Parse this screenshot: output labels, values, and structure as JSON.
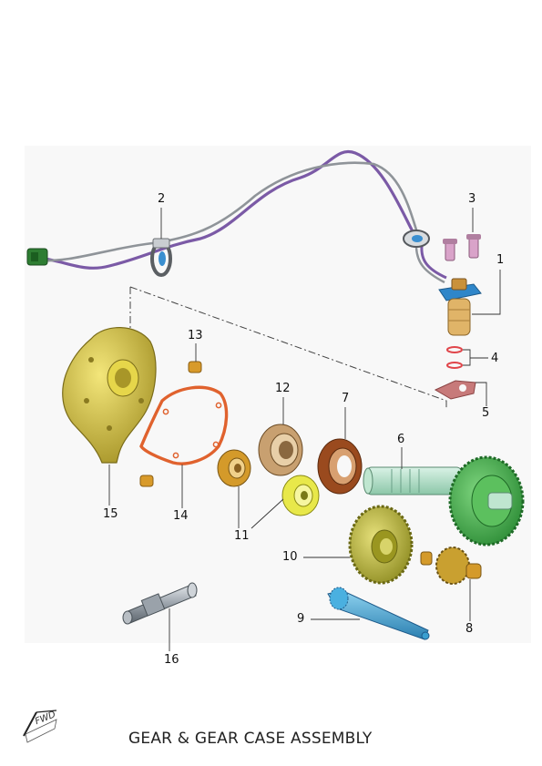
{
  "diagram": {
    "title": "GEAR & GEAR CASE  ASSEMBLY",
    "orientation_badge": "FWD",
    "colors": {
      "harness_purple": "#7b5aa6",
      "harness_grey": "#8f9499",
      "case_yellow": "#d4c23a",
      "gasket_orange": "#e0622e",
      "bearing_amber": "#d49a2a",
      "gear_green": "#3fae4a",
      "gear_olive": "#b8b52e",
      "shaft_blue": "#3a9fd0",
      "seal_brown": "#9a4a1e"
    },
    "callouts": [
      {
        "label": "1",
        "part": "speed-sensor"
      },
      {
        "label": "2",
        "part": "harness-clamp"
      },
      {
        "label": "3",
        "part": "bolts"
      },
      {
        "label": "4",
        "part": "o-rings"
      },
      {
        "label": "5",
        "part": "sensor-gasket"
      },
      {
        "label": "6",
        "part": "final-drive-shaft-gear"
      },
      {
        "label": "7",
        "part": "oil-seal"
      },
      {
        "label": "8",
        "part": "countershaft-gear"
      },
      {
        "label": "9",
        "part": "drive-shaft"
      },
      {
        "label": "10",
        "part": "driven-gear"
      },
      {
        "label": "11",
        "part": "ball-bearings"
      },
      {
        "label": "12",
        "part": "large-bearing"
      },
      {
        "label": "13",
        "part": "dowel-pins"
      },
      {
        "label": "14",
        "part": "case-gasket"
      },
      {
        "label": "15",
        "part": "gear-case"
      },
      {
        "label": "16",
        "part": "axle-shaft"
      }
    ]
  }
}
